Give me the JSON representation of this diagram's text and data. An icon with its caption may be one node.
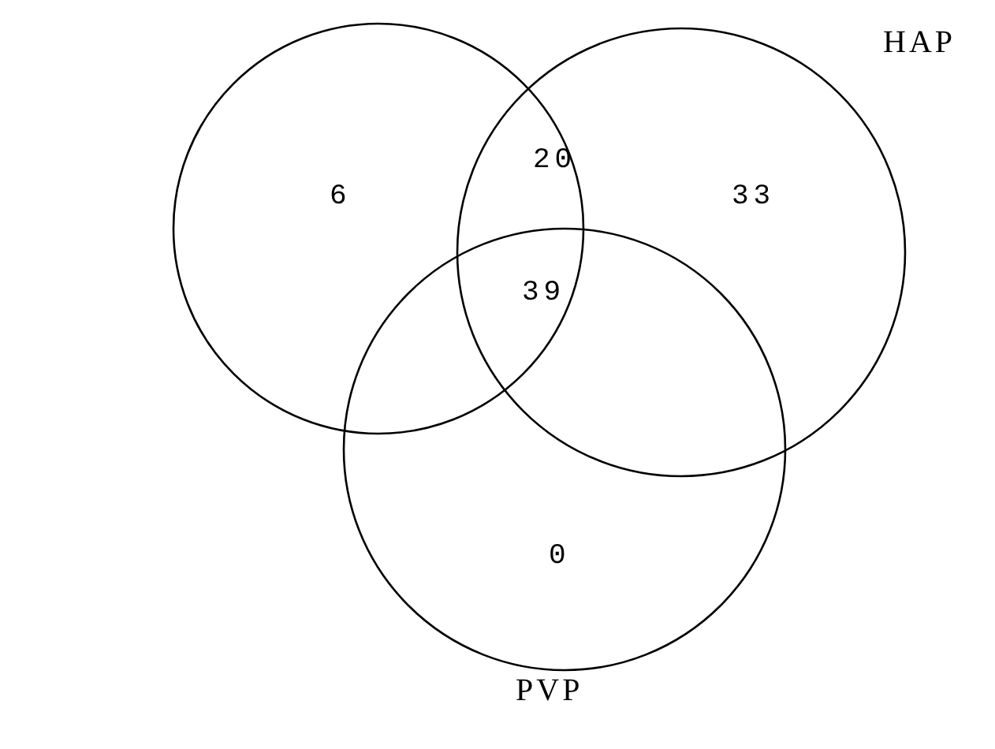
{
  "diagram": {
    "nodes": [
      {
        "text": [],
        "shape": "circle"
      },
      {
        "text": [
          "HAP"
        ]
      },
      {
        "text": [
          "PVP"
        ]
      }
    ],
    "labels": [
      "6",
      "20",
      "33",
      "39",
      "0"
    ]
  }
}
